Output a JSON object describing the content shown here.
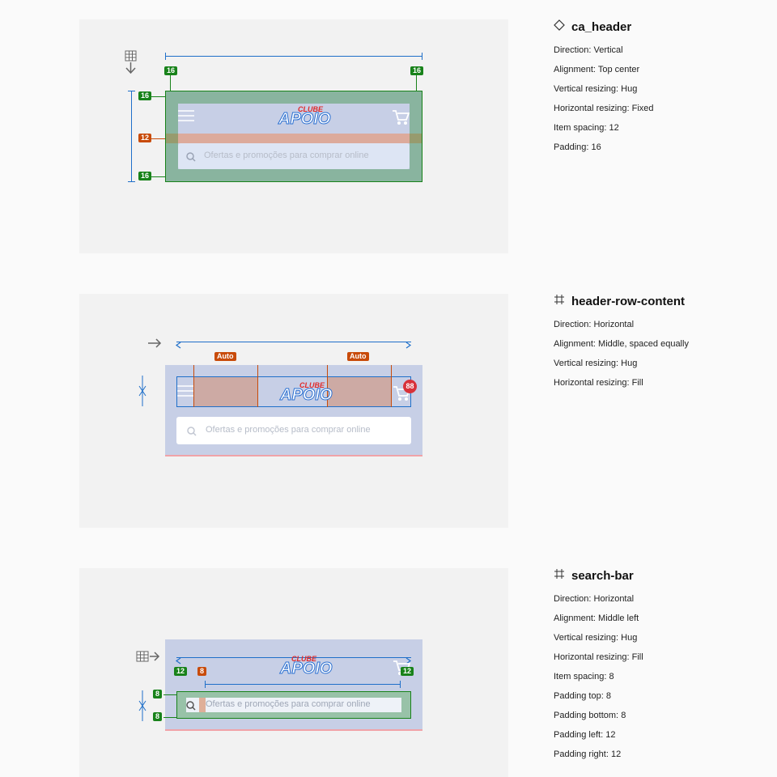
{
  "header": {
    "search_placeholder": "Ofertas e promoções para comprar online",
    "logo_top": "CLUBE",
    "logo_main": "APOIO",
    "cart_count": "88"
  },
  "sections": [
    {
      "title": "ca_header",
      "icon": "component-icon",
      "props": [
        {
          "k": "Direction:",
          "v": "Vertical"
        },
        {
          "k": "Alignment:",
          "v": "Top center"
        },
        {
          "k": "Vertical resizing:",
          "v": "Hug"
        },
        {
          "k": "Horizontal resizing:",
          "v": "Fixed"
        },
        {
          "k": "Item spacing:",
          "v": "12"
        },
        {
          "k": "Padding:",
          "v": "16"
        }
      ],
      "badges": {
        "pad_left": "16",
        "pad_right": "16",
        "pad_top": "16",
        "spacing": "12",
        "pad_bottom": "16"
      }
    },
    {
      "title": "header-row-content",
      "icon": "frame-icon",
      "props": [
        {
          "k": "Direction:",
          "v": "Horizontal"
        },
        {
          "k": "Alignment:",
          "v": "Middle, spaced equally"
        },
        {
          "k": "Vertical resizing:",
          "v": "Hug"
        },
        {
          "k": "Horizontal resizing:",
          "v": "Fill"
        }
      ],
      "badges": {
        "auto_left": "Auto",
        "auto_right": "Auto"
      }
    },
    {
      "title": "search-bar",
      "icon": "frame-icon",
      "props": [
        {
          "k": "Direction:",
          "v": "Horizontal"
        },
        {
          "k": "Alignment:",
          "v": "Middle left"
        },
        {
          "k": "Vertical resizing:",
          "v": "Hug"
        },
        {
          "k": "Horizontal resizing:",
          "v": "Fill"
        },
        {
          "k": "Item spacing:",
          "v": "8"
        },
        {
          "k": "Padding top:",
          "v": "8"
        },
        {
          "k": "Padding bottom:",
          "v": "8"
        },
        {
          "k": "Padding left:",
          "v": "12"
        },
        {
          "k": "Padding right:",
          "v": "12"
        }
      ],
      "badges": {
        "pad_left": "12",
        "spacing": "8",
        "pad_right": "12",
        "pad_top": "8",
        "pad_bottom": "8"
      }
    }
  ],
  "colors": {
    "padding": "#18821a",
    "spacing": "#c84b0a",
    "measure": "#1f6fc9",
    "header": "#c7cfe6"
  }
}
